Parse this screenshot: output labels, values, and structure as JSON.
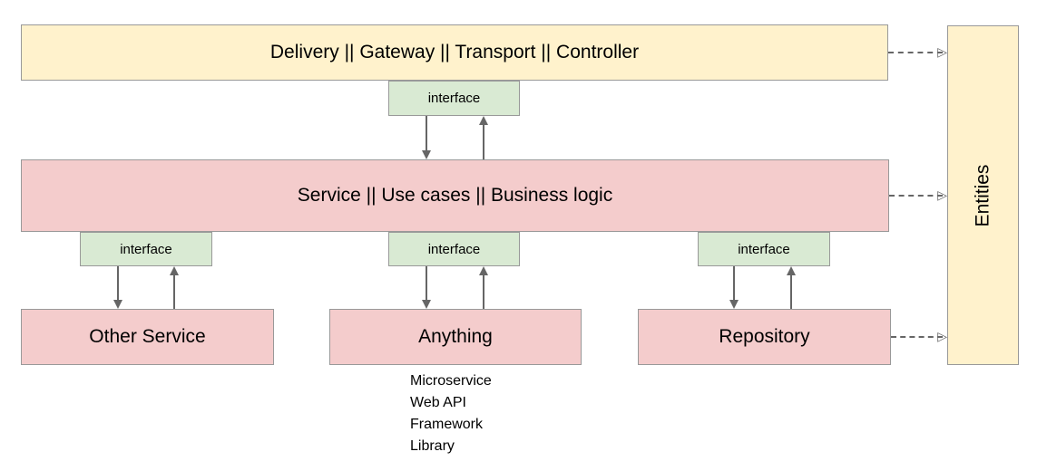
{
  "diagram": {
    "layers": {
      "delivery": {
        "label": "Delivery || Gateway || Transport || Controller"
      },
      "service": {
        "label": "Service || Use cases || Business logic"
      },
      "other_service": {
        "label": "Other Service"
      },
      "anything": {
        "label": "Anything"
      },
      "repository": {
        "label": "Repository"
      },
      "entities": {
        "label": "Entities"
      }
    },
    "interfaces": {
      "top": {
        "label": "interface"
      },
      "left": {
        "label": "interface"
      },
      "middle": {
        "label": "interface"
      },
      "right": {
        "label": "interface"
      }
    },
    "anything_examples": [
      "Microservice",
      "Web API",
      "Framework",
      "Library"
    ],
    "icons": {
      "open_arrowhead": "▷"
    },
    "colors": {
      "layer_yellow_fill": "#FFF2CC",
      "layer_pink_fill": "#F4CCCC",
      "interface_green_fill": "#D9EAD3",
      "box_border": "#999999",
      "arrow": "#666666",
      "text": "#000000",
      "background": "#FFFFFF"
    }
  }
}
